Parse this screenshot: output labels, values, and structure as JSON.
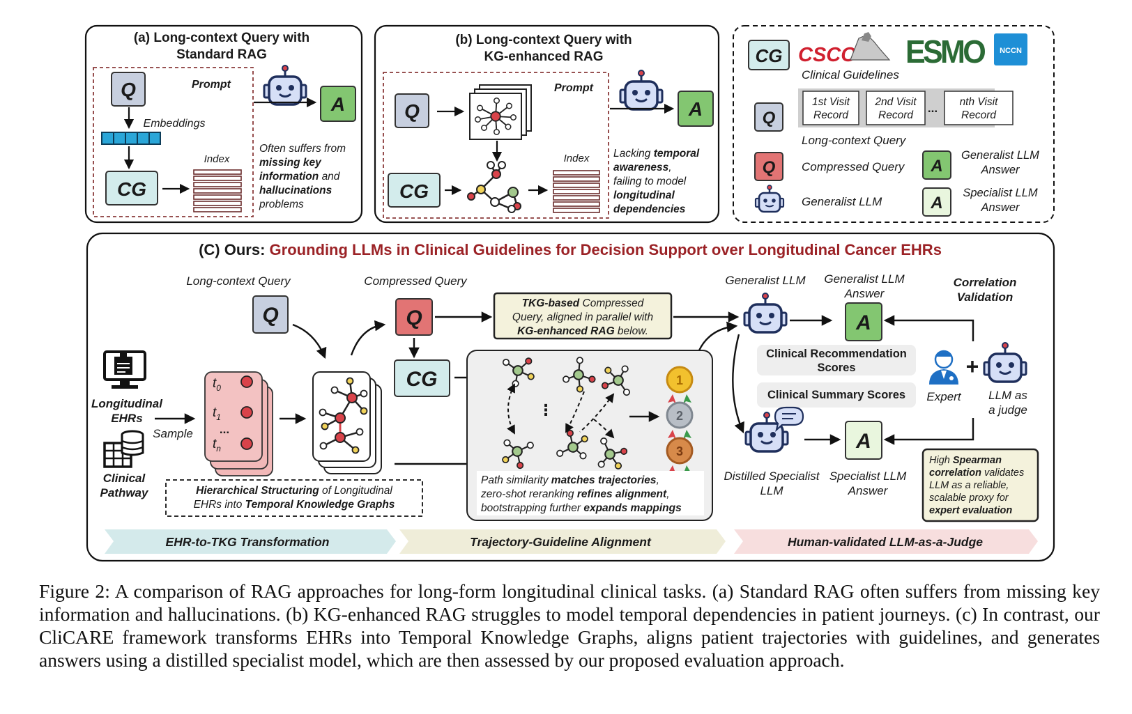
{
  "panel_a": {
    "title1": "(a) Long-context Query with",
    "title2": "Standard RAG",
    "q": "Q",
    "cg": "CG",
    "a": "A",
    "prompt": "Prompt",
    "embeddings": "Embeddings",
    "index": "Index",
    "note": [
      "Often suffers from",
      "missing key",
      "information",
      "and",
      "hallucinations",
      "problems"
    ]
  },
  "panel_b": {
    "title1": "(b) Long-context Query with",
    "title2": "KG-enhanced RAG",
    "q": "Q",
    "cg": "CG",
    "a": "A",
    "prompt": "Prompt",
    "index": "Index",
    "note": [
      "Lacking",
      "temporal",
      "awareness",
      ",",
      "failing to model",
      "longitudinal",
      "dependencies"
    ]
  },
  "legend": {
    "cg": "CG",
    "logos": [
      "CSCO",
      "ESMO",
      "NCCN"
    ],
    "clinical_guidelines": "Clinical Guidelines",
    "visits": [
      [
        "1st Visit",
        "Record"
      ],
      [
        "2nd Visit",
        "Record"
      ],
      [
        "nth Visit",
        "Record"
      ]
    ],
    "ellipsis": "...",
    "q": "Q",
    "long_context_query": "Long-context Query",
    "compressed_query": "Compressed Query",
    "generalist_llm": "Generalist LLM",
    "a": "A",
    "generalist_answer": [
      "Generalist LLM",
      "Answer"
    ],
    "specialist_answer": [
      "Specialist LLM",
      "Answer"
    ]
  },
  "panel_c": {
    "title_prefix": "(C) Ours: ",
    "title_main": "Grounding LLMs in Clinical Guidelines for Decision Support over Longitudinal Cancer EHRs",
    "long_context_query": "Long-context Query",
    "compressed_query": "Compressed Query",
    "q": "Q",
    "cg": "CG",
    "longitudinal_ehrs": [
      "Longitudinal",
      "EHRs"
    ],
    "clinical_pathway": [
      "Clinical",
      "Pathway"
    ],
    "sample": "Sample",
    "t_labels": [
      "t",
      "0",
      "t",
      "1",
      "...",
      "t",
      "n"
    ],
    "hier_note": [
      "Hierarchical Structuring",
      " of Longitudinal",
      "EHRs into ",
      "Temporal Knowledge Graphs"
    ],
    "tkg_note": [
      "TKG-based",
      " Compressed",
      "Query, aligned  in parallel with",
      "KG-enhanced RAG",
      " below."
    ],
    "ellipsis_v": "⋮",
    "medals": [
      "1",
      "2",
      "3"
    ],
    "path_note": [
      "Path similarity ",
      "matches trajectories",
      ",",
      "zero-shot reranking ",
      "refines alignment",
      ",",
      "bootstrapping further ",
      "expands mappings"
    ],
    "generalist_llm": "Generalist LLM",
    "generalist_answer": [
      "Generalist LLM",
      "Answer"
    ],
    "a": "A",
    "clinical_rec_scores": [
      "Clinical Recommendation",
      "Scores"
    ],
    "clinical_summary_scores": "Clinical Summary Scores",
    "correlation_validation": [
      "Correlation",
      "Validation"
    ],
    "plus": "+",
    "expert": "Expert",
    "llm_judge": [
      "LLM as",
      "a judge"
    ],
    "distilled": [
      "Distilled Specialist",
      "LLM"
    ],
    "specialist_answer": [
      "Specialist LLM",
      "Answer"
    ],
    "spearman_note": [
      "High ",
      "Spearman",
      "correlation",
      " validates",
      "LLM as a reliable,",
      "scalable proxy for",
      "expert evaluation"
    ],
    "stages": [
      "EHR-to-TKG Transformation",
      "Trajectory-Guideline Alignment",
      "Human-validated LLM-as-a-Judge"
    ]
  },
  "caption": "Figure 2: A comparison of RAG approaches for long-form longitudinal clinical tasks. (a) Standard RAG often suffers from missing key information and hallucinations. (b) KG-enhanced RAG struggles to model temporal dependencies in patient journeys. (c) In contrast, our CliCARE framework transforms EHRs into Temporal Knowledge Graphs, aligns patient trajectories with guidelines, and generates answers using a distilled specialist model, which are then assessed by our proposed evaluation approach.",
  "colors": {
    "q_fill": "#c7cfdf",
    "cg_fill": "#d3ecec",
    "a_fill": "#83c671",
    "a_light_fill": "#e9f6de",
    "compressed_q_fill": "#e27474",
    "title_red": "#9b2226",
    "robot_fill": "#d6dff7",
    "robot_stroke": "#1f2f5c",
    "node_red": "#d9434a",
    "node_yellow": "#f1d35a",
    "node_green": "#a3c98d",
    "stage1": "#d4eaeb",
    "stage2": "#efedd9",
    "stage3": "#f7dede",
    "note_fill": "#f4f2dc"
  }
}
